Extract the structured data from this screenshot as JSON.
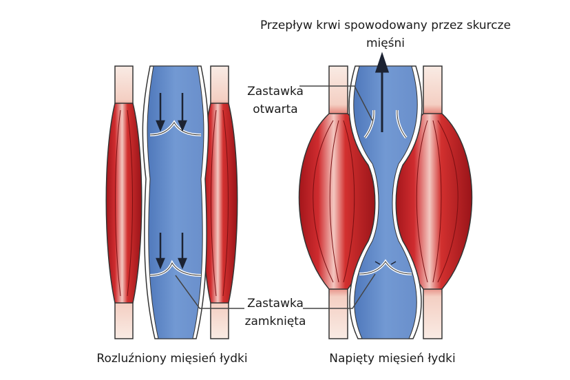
{
  "title": {
    "line1": "Przepływ krwi spowodowany przez skurcze",
    "line2": "mięśni"
  },
  "labels": {
    "valve_open": {
      "line1": "Zastawka",
      "line2": "otwarta"
    },
    "valve_closed": {
      "line1": "Zastawka",
      "line2": "zamknięta"
    }
  },
  "captions": {
    "relaxed": "Rozluźniony mięsień łydki",
    "contracted": "Napięty mięsień łydki"
  },
  "colors": {
    "muscle": "#c4262b",
    "muscle_dark": "#8e1217",
    "tendon": "#f6ddd2",
    "vein": "#6f95cf",
    "vein_dark": "#4c74b5",
    "outline": "#333333",
    "arrow": "#1c2333"
  }
}
